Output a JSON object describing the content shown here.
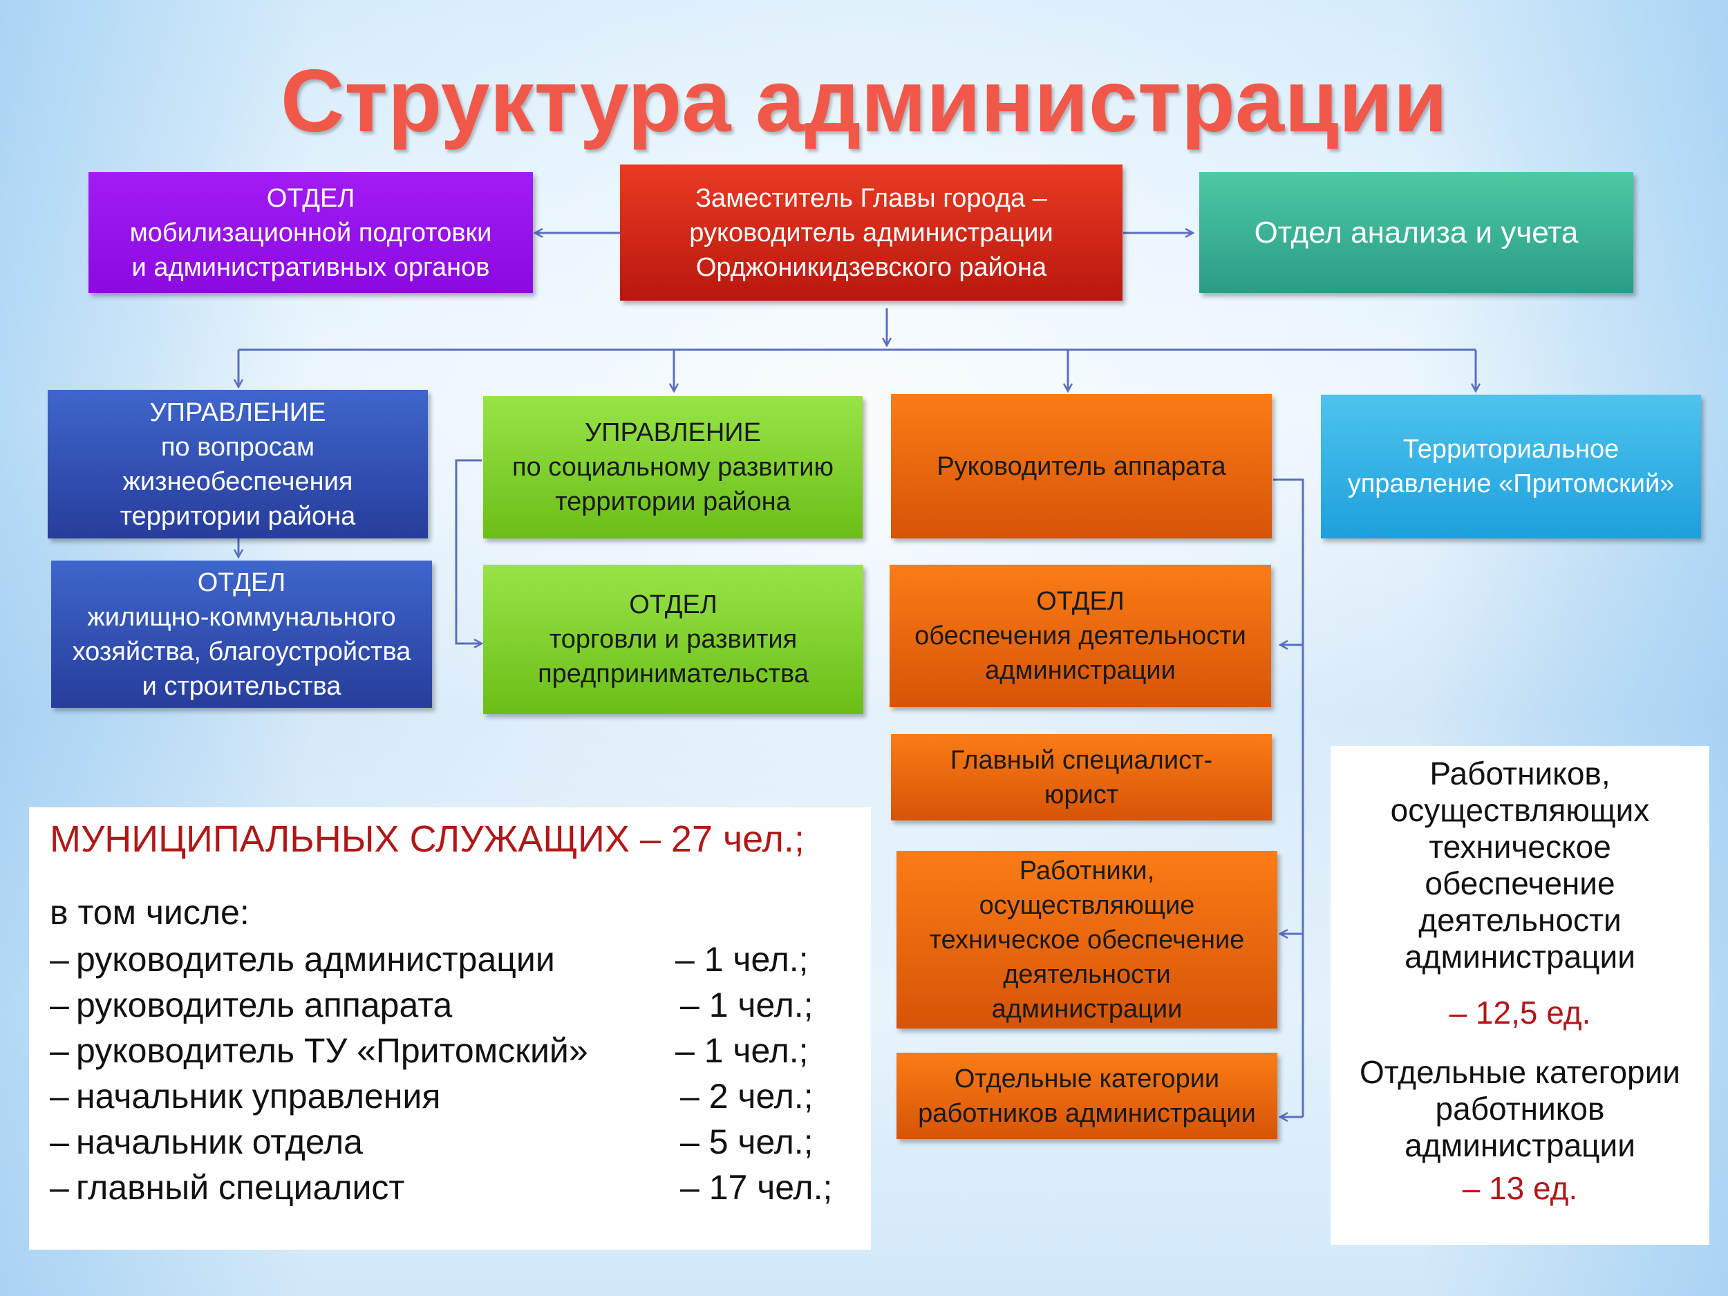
{
  "title": "Структура администрации",
  "boxes": {
    "mobilization": "ОТДЕЛ\nмобилизационной подготовки\nи административных органов",
    "deputy": "Заместитель Главы города –\nруководитель администрации\nОрджоникидзевского района",
    "analysis": "Отдел анализа и учета",
    "life_support": "УПРАВЛЕНИЕ\nпо вопросам\nжизнеобеспечения\nтерритории района",
    "housing": "ОТДЕЛ\nжилищно-коммунального\nхозяйства, благоустройства\nи строительства",
    "social": "УПРАВЛЕНИЕ\nпо социальному развитию\nтерритории района",
    "trade": "ОТДЕЛ\nторговли и развития\nпредпринимательства",
    "apparatus_head": "Руководитель аппарата",
    "support_dept": "ОТДЕЛ\nобеспечения деятельности\nадминистрации",
    "lawyer": "Главный специалист-\nюрист",
    "tech_workers": "Работники,\nосуществляющие\nтехническое обеспечение\nдеятельности\nадминистрации",
    "categories": "Отдельные категории\nработников администрации",
    "pritomsky": "Территориальное\nуправление «Притомский»"
  },
  "summary": {
    "header_label": "МУНИЦИПАЛЬНЫХ СЛУЖАЩИХ",
    "header_value": "– 27 чел.;",
    "including": "в том числе:",
    "dash": "–",
    "items": [
      {
        "label": "руководитель администрации",
        "value": "– 1 чел.;"
      },
      {
        "label": "руководитель аппарата",
        "value": "– 1 чел.;"
      },
      {
        "label": "руководитель ТУ «Притомский»",
        "value": "– 1 чел.;"
      },
      {
        "label": "начальник управления",
        "value": "– 2 чел.;"
      },
      {
        "label": "начальник отдела",
        "value": "– 5 чел.;"
      },
      {
        "label": "главный специалист",
        "value": "– 17 чел.;"
      }
    ]
  },
  "right_panel": {
    "tech_label": "Работников,\nосуществляющих\nтехническое\nобеспечение\nдеятельности\nадминистрации",
    "tech_value": "– 12,5 ед.",
    "categories_label": "Отдельные категории\nработников\nадминистрации",
    "categories_value": "– 13 ед."
  },
  "colors": {
    "title": "#f2584a",
    "connector": "#5a6fc0",
    "summary_header": "#b01818"
  }
}
